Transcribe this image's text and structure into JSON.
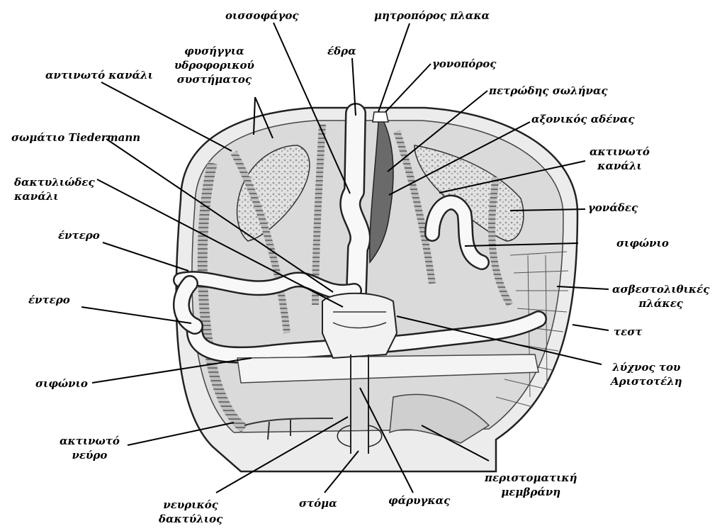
{
  "colors": {
    "outline": "#222222",
    "shell_fill": "#e6e6e6",
    "tube_fill": "#f7f7f7",
    "gonad_fill": "#d9d9d9",
    "stone_canal": "#555555",
    "leader": "#000000"
  },
  "labels": {
    "oesophagus": "οισσοφάγος",
    "madreporite": "μητροπόρος πλακα",
    "anus": "έδρα",
    "gonopore": "γονοπόρος",
    "stone_canal": "πετρώδης σωλήνας",
    "axial_gland": "αξονικός αδένας",
    "radial_canal_right": [
      "ακτινωτό",
      "κανάλι"
    ],
    "gonads": "γονάδες",
    "siphon_right": "σιφώνιο",
    "calcite_plates": [
      "ασβεστολιθικές",
      "πλάκες"
    ],
    "test": "τεστ",
    "lantern": [
      "λύχνος του",
      "Αριστοτέλη"
    ],
    "peristomial_membrane": [
      "περιστοματική",
      "μεμβράνη"
    ],
    "pharynx": "φάρυγκας",
    "mouth": "στόμα",
    "nerve_ring": [
      "νευρικός",
      "δακτύλιος"
    ],
    "radial_nerve": [
      "ακτινωτό",
      "νεύρο"
    ],
    "siphon_left": "σιφώνιο",
    "intestine_lower": "έντερο",
    "intestine_upper": "έντερο",
    "ring_canal": [
      "δακτυλιώδες",
      "κανάλι"
    ],
    "tiedemann": "σωμάτιο Tiedermann",
    "ampullae": [
      "φυσήγγια",
      "υδροφορικού",
      "συστήματος"
    ],
    "radial_canal_left": "αντινωτό κανάλι"
  }
}
